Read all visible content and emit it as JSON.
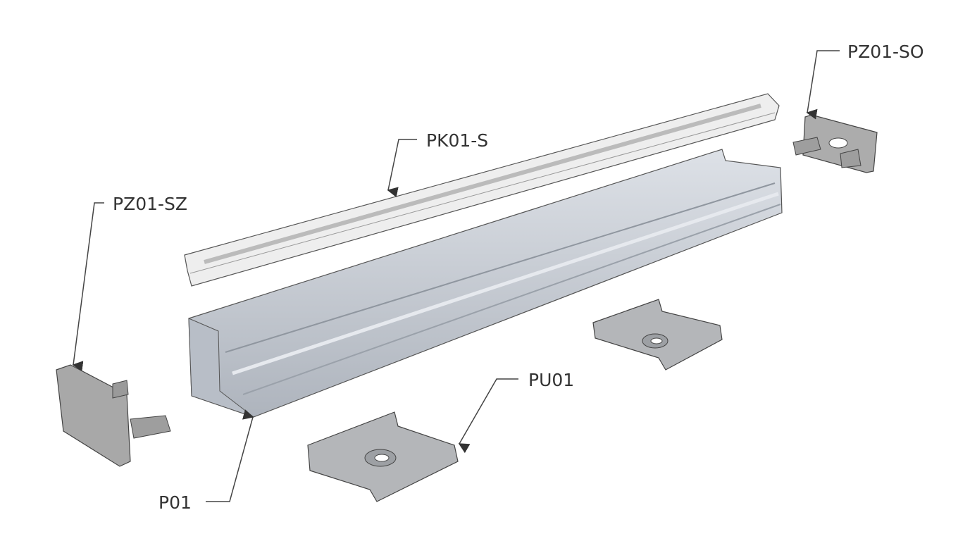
{
  "labels": {
    "end_cap_open": "PZ01-SO",
    "cover": "PK01-S",
    "end_cap_closed": "PZ01-SZ",
    "mounting_bracket": "PU01",
    "profile": "P01"
  },
  "colors": {
    "profile": "#c9ced6",
    "cover": "#ececec",
    "cap": "#a9a9a9",
    "bracket": "#b4b6b9",
    "leader": "#444444"
  }
}
